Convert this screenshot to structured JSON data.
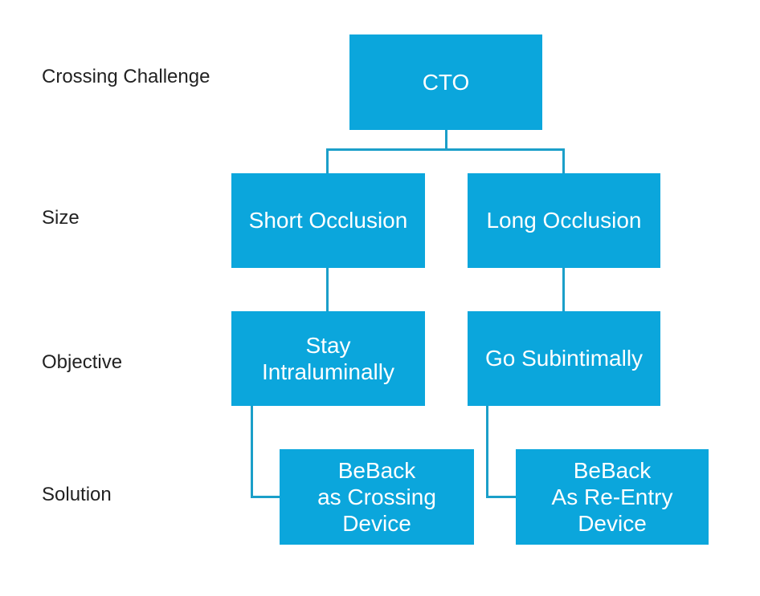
{
  "row_labels": {
    "challenge": "Crossing Challenge",
    "size": "Size",
    "objective": "Objective",
    "solution": "Solution"
  },
  "nodes": {
    "cto": {
      "lines": [
        "CTO"
      ]
    },
    "short_occlusion": {
      "lines": [
        "Short Occlusion"
      ]
    },
    "long_occlusion": {
      "lines": [
        "Long Occlusion"
      ]
    },
    "stay_intraluminally": {
      "lines": [
        "Stay",
        "Intraluminally"
      ]
    },
    "go_subintimally": {
      "lines": [
        "Go Subintimally"
      ]
    },
    "beback_crossing": {
      "lines": [
        "BeBack",
        "as Crossing",
        "Device"
      ]
    },
    "beback_reentry": {
      "lines": [
        "BeBack",
        "As Re-Entry",
        "Device"
      ]
    }
  },
  "colors": {
    "box_fill": "#0ba6dc",
    "box_text": "#ffffff",
    "connector": "#1b9fc9",
    "label_text": "#222222"
  }
}
